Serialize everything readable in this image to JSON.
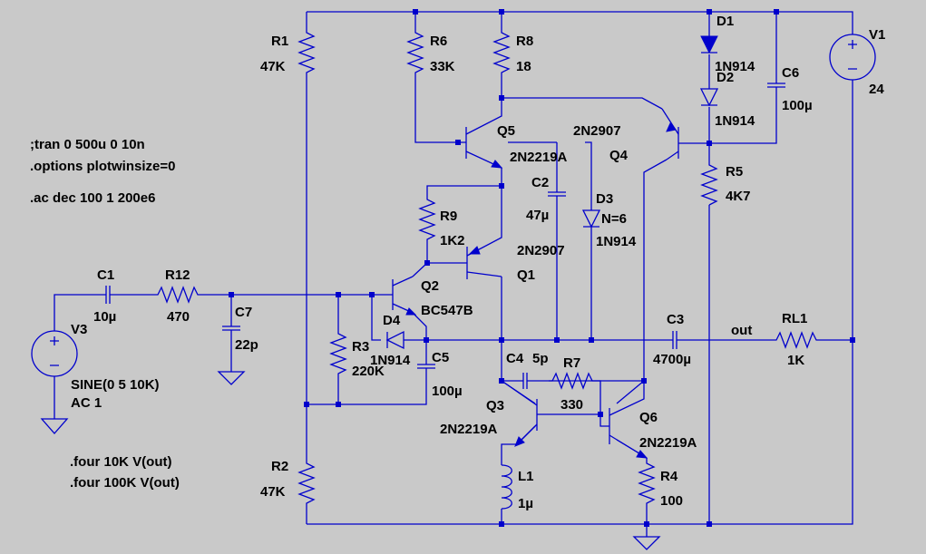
{
  "schematic": {
    "components": {
      "R1": {
        "name": "R1",
        "value": "47K"
      },
      "R2": {
        "name": "R2",
        "value": "47K"
      },
      "R3": {
        "name": "R3",
        "value": "220K"
      },
      "R4": {
        "name": "R4",
        "value": "100"
      },
      "R5": {
        "name": "R5",
        "value": "4K7"
      },
      "R6": {
        "name": "R6",
        "value": "33K"
      },
      "R7": {
        "name": "R7",
        "value": "330"
      },
      "R8": {
        "name": "R8",
        "value": "18"
      },
      "R9": {
        "name": "R9",
        "value": "1K2"
      },
      "R12": {
        "name": "R12",
        "value": "470"
      },
      "RL1": {
        "name": "RL1",
        "value": "1K"
      },
      "C1": {
        "name": "C1",
        "value": "10µ"
      },
      "C2": {
        "name": "C2",
        "value": "47µ"
      },
      "C3": {
        "name": "C3",
        "value": "4700µ"
      },
      "C4": {
        "name": "C4",
        "value": "5p"
      },
      "C5": {
        "name": "C5",
        "value": "100µ"
      },
      "C6": {
        "name": "C6",
        "value": "100µ"
      },
      "C7": {
        "name": "C7",
        "value": "22p"
      },
      "D1": {
        "name": "D1",
        "value": "1N914"
      },
      "D2": {
        "name": "D2",
        "value": "1N914"
      },
      "D3": {
        "name": "D3",
        "value": "1N914",
        "param": "N=6"
      },
      "D4": {
        "name": "D4",
        "value": "1N914"
      },
      "L1": {
        "name": "L1",
        "value": "1µ"
      },
      "Q1": {
        "name": "Q1",
        "value": "2N2907"
      },
      "Q2": {
        "name": "Q2",
        "value": "BC547B"
      },
      "Q3": {
        "name": "Q3",
        "value": "2N2219A"
      },
      "Q4": {
        "name": "Q4",
        "value": "2N2907"
      },
      "Q5": {
        "name": "Q5",
        "value": "2N2219A"
      },
      "Q6": {
        "name": "Q6",
        "value": "2N2219A"
      },
      "V1": {
        "name": "V1",
        "value": "24"
      },
      "V3": {
        "name": "V3",
        "value": "SINE(0 5 10K)",
        "value2": "AC 1"
      }
    },
    "net_label": "out",
    "directives": [
      ";tran 0 500u 0 10n",
      ".options plotwinsize=0",
      ".ac dec 100 1 200e6",
      ".four 10K V(out)",
      ".four 100K V(out)"
    ]
  }
}
